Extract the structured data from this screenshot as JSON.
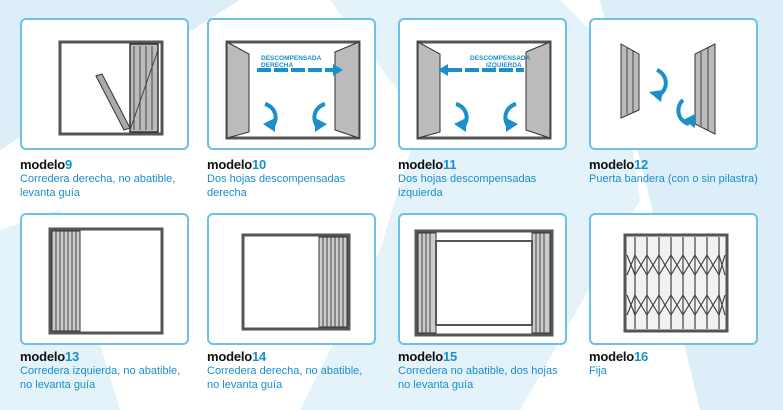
{
  "colors": {
    "accent": "#1a8fc9",
    "card_border": "#6fc0e6",
    "background_shape": "#dceef8"
  },
  "models": [
    {
      "prefix": "modelo",
      "number": "9",
      "line1": "Corredera derecha, no abatible,",
      "line2": "levanta guía"
    },
    {
      "prefix": "modelo",
      "number": "10",
      "line1": "Dos hojas descompensadas",
      "line2": "derecha",
      "diagram_label_1": "DESCOMPENSADA",
      "diagram_label_2": "DERECHA"
    },
    {
      "prefix": "modelo",
      "number": "11",
      "line1": "Dos hojas descompensadas",
      "line2": "izquierda",
      "diagram_label_1": "DESCOMPENSADA",
      "diagram_label_2": "IZQUIERDA"
    },
    {
      "prefix": "modelo",
      "number": "12",
      "line1": "Puerta bandera (con o sin pilastra)",
      "line2": ""
    },
    {
      "prefix": "modelo",
      "number": "13",
      "line1": "Corredera izquierda, no abatible,",
      "line2": "no levanta guía"
    },
    {
      "prefix": "modelo",
      "number": "14",
      "line1": "Corredera derecha, no abatible,",
      "line2": "no levanta guía"
    },
    {
      "prefix": "modelo",
      "number": "15",
      "line1": "Corredera no abatible, dos hojas",
      "line2": "no levanta guía"
    },
    {
      "prefix": "modelo",
      "number": "16",
      "line1": "Fija",
      "line2": ""
    }
  ]
}
